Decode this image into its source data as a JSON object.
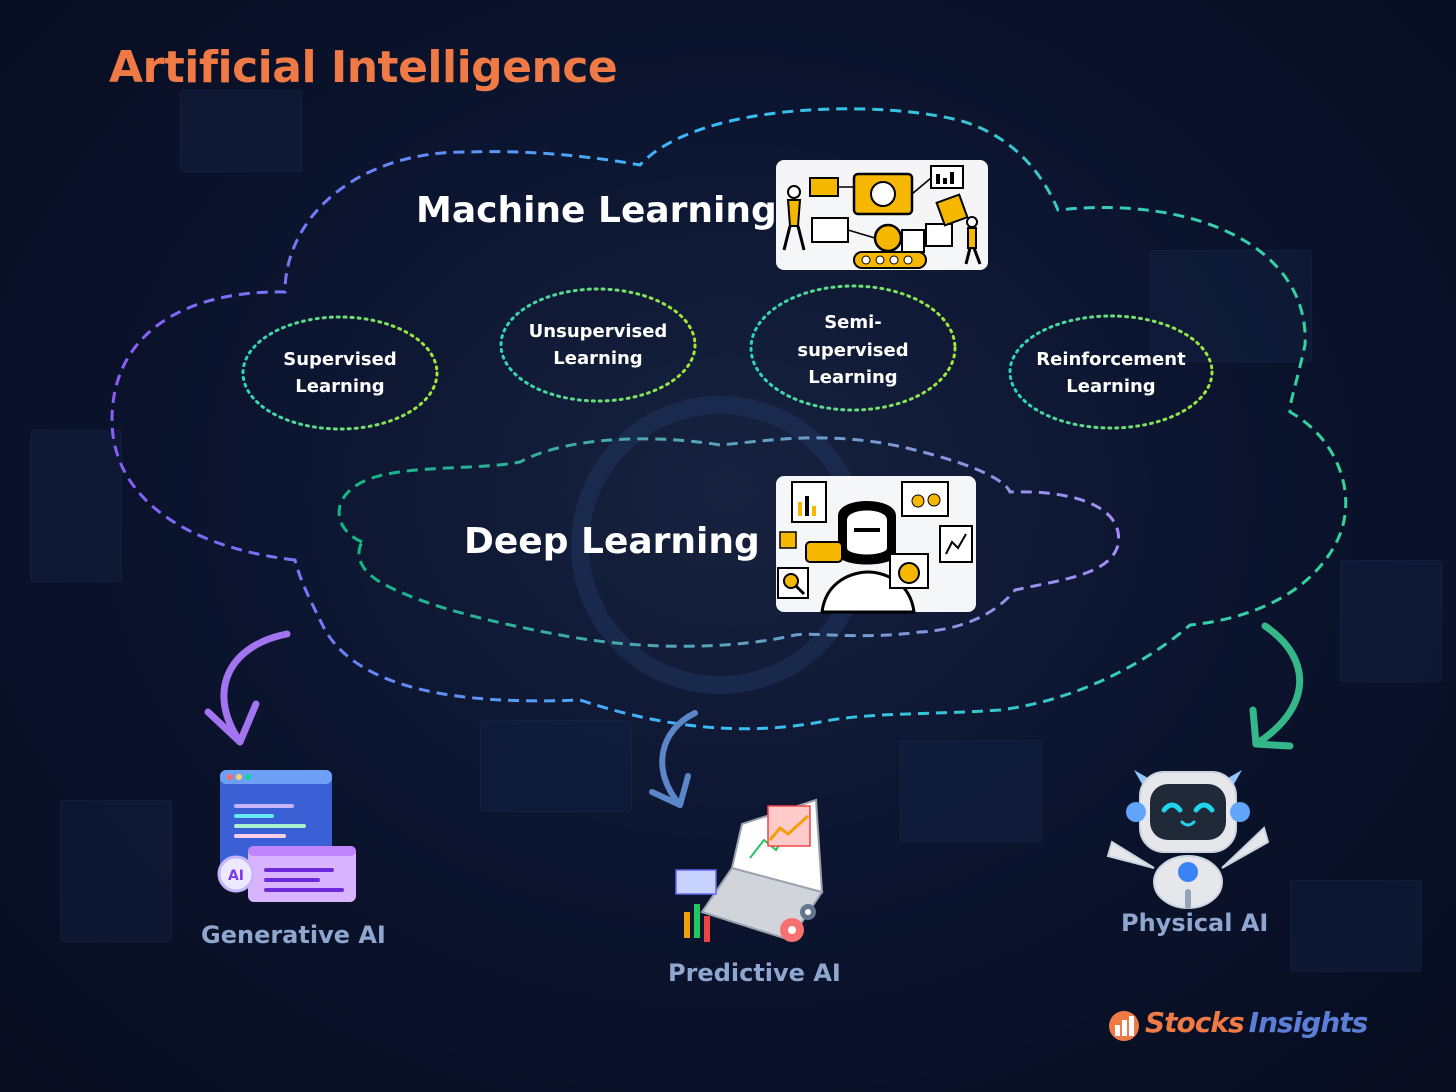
{
  "title": "Artificial Intelligence",
  "machine_learning": {
    "label": "Machine Learning",
    "subtypes": [
      "Supervised Learning",
      "Unsupervised Learning",
      "Semi-supervised Learning",
      "Reinforcement Learning"
    ]
  },
  "deep_learning": {
    "label": "Deep Learning"
  },
  "outputs": {
    "generative": "Generative AI",
    "predictive": "Predictive AI",
    "physical": "Physical AI"
  },
  "brand": {
    "part1": "Stocks",
    "part2": "Insights"
  },
  "colors": {
    "title": "#f07a45",
    "cloud_purple": "#8b5cf6",
    "cloud_teal": "#34d399",
    "ellipse_dots": "#2dd4bf",
    "icon_yellow": "#f5b700",
    "output_label": "#8fa6cf"
  }
}
